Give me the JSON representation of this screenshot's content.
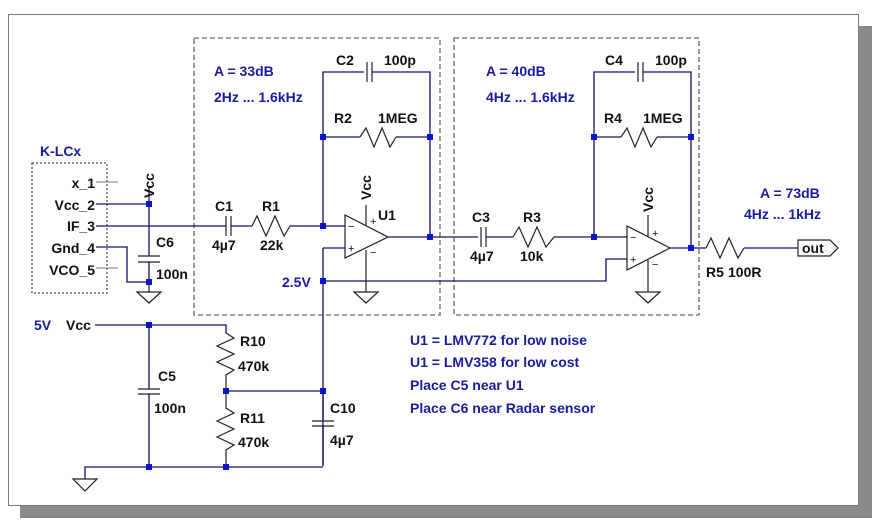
{
  "sensor": {
    "name": "K-LCx",
    "pins": [
      "x_1",
      "Vcc_2",
      "IF_3",
      "Gnd_4",
      "VCO_5"
    ],
    "vcc_label": "Vcc"
  },
  "stage1": {
    "gain": "A = 33dB",
    "band": "2Hz ... 1.6kHz",
    "c1": {
      "ref": "C1",
      "value": "4µ7"
    },
    "r1": {
      "ref": "R1",
      "value": "22k"
    },
    "c2": {
      "ref": "C2",
      "value": "100p"
    },
    "r2": {
      "ref": "R2",
      "value": "1MEG"
    },
    "opamp": {
      "ref": "U1",
      "vcc": "Vcc"
    },
    "vref": "2.5V"
  },
  "stage2": {
    "gain": "A = 40dB",
    "band": "4Hz ... 1.6kHz",
    "c3": {
      "ref": "C3",
      "value": "4µ7"
    },
    "r3": {
      "ref": "R3",
      "value": "10k"
    },
    "c4": {
      "ref": "C4",
      "value": "100p"
    },
    "r4": {
      "ref": "R4",
      "value": "1MEG"
    },
    "opamp": {
      "vcc": "Vcc"
    }
  },
  "output": {
    "gain": "A = 73dB",
    "band": "4Hz ... 1kHz",
    "r5": {
      "ref": "R5",
      "value": "100R"
    },
    "port": "out"
  },
  "decoupling": {
    "c6": {
      "ref": "C6",
      "value": "100n"
    },
    "c5": {
      "ref": "C5",
      "value": "100n"
    }
  },
  "supply": {
    "voltage": "5V",
    "net": "Vcc",
    "r10": {
      "ref": "R10",
      "value": "470k"
    },
    "r11": {
      "ref": "R11",
      "value": "470k"
    },
    "c10": {
      "ref": "C10",
      "value": "4µ7"
    }
  },
  "notes": [
    "U1 = LMV772 for low noise",
    "U1 = LMV358 for low cost",
    "Place C5 near U1",
    "Place C6 near Radar sensor"
  ]
}
